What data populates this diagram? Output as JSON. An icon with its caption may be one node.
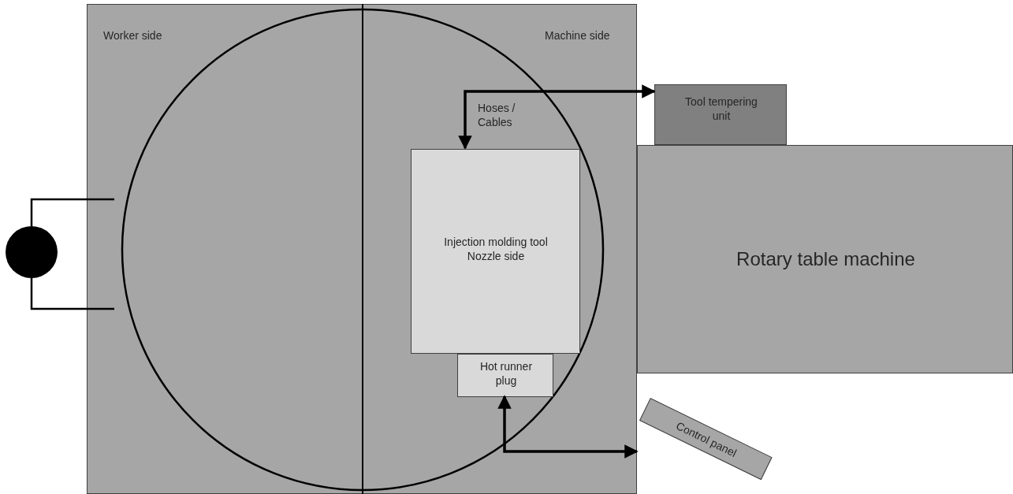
{
  "diagram": {
    "nodes": [
      {
        "text": [
          "Worker side",
          "Machine side"
        ]
      },
      {
        "text": [
          "Injection molding tool Nozzle side"
        ],
        "in": 0
      },
      {
        "text": [
          "Hot runner plug"
        ],
        "in": 0
      },
      {
        "text": [
          "Tool tempering unit"
        ]
      },
      {
        "text": [
          "Rotary table machine"
        ]
      },
      {
        "text": [
          "Control panel"
        ]
      },
      {
        "text": [],
        "shape": "circle"
      }
    ],
    "edges": [
      {
        "from": 6,
        "to": 0,
        "arrow": "none"
      },
      {
        "from": 6,
        "to": 0,
        "arrow": "none"
      },
      {
        "from": 1,
        "to": 3,
        "arrow": "both",
        "label": "Hoses / Cables"
      },
      {
        "from": 2,
        "to": 5,
        "arrow": "both"
      }
    ]
  }
}
